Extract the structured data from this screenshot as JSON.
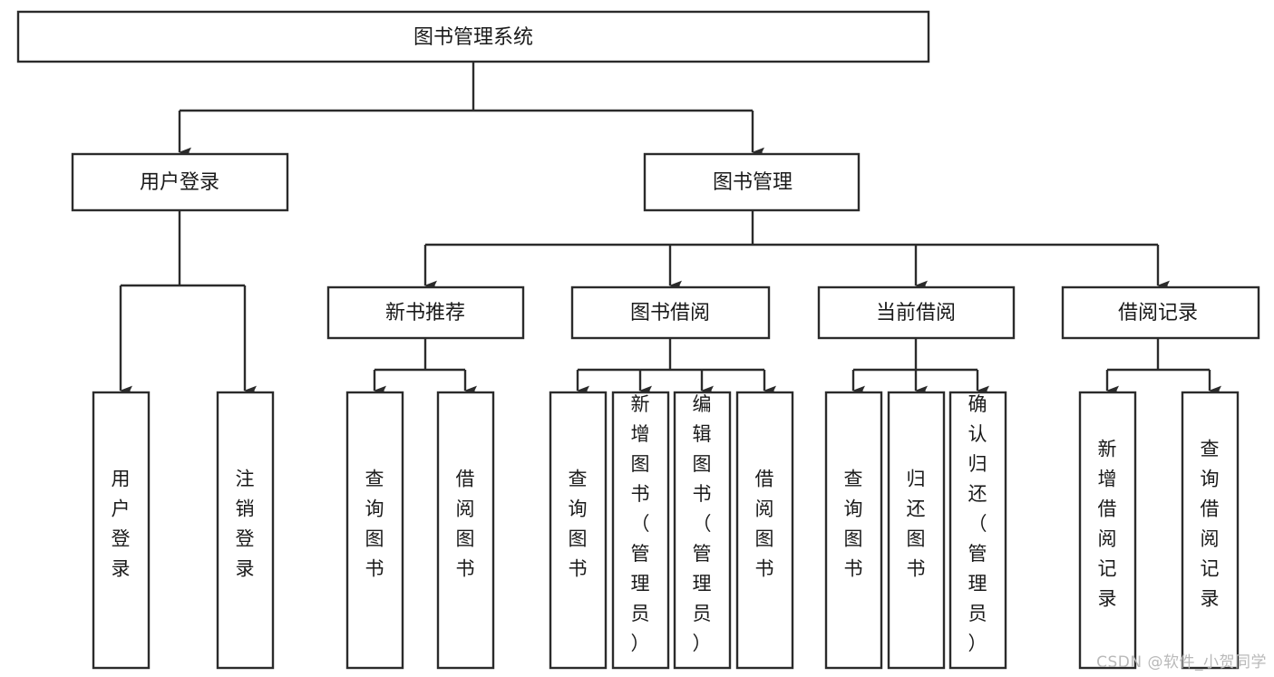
{
  "diagram": {
    "type": "tree-hierarchy-diagram",
    "orientation": "top-down",
    "colors": {
      "stroke": "#2b2b2b",
      "box_fill": "#ffffff",
      "text": "#1a1a1a",
      "background": "#ffffff",
      "watermark": "#b9b9b9"
    },
    "root": {
      "id": "root",
      "label": "图书管理系统"
    },
    "level2": [
      {
        "id": "user-login",
        "label": "用户登录"
      },
      {
        "id": "book-management",
        "label": "图书管理"
      }
    ],
    "level3": [
      {
        "id": "new-book-recommend",
        "label": "新书推荐",
        "parent": "book-management"
      },
      {
        "id": "book-borrow",
        "label": "图书借阅",
        "parent": "book-management"
      },
      {
        "id": "current-borrow",
        "label": "当前借阅",
        "parent": "book-management"
      },
      {
        "id": "borrow-record",
        "label": "借阅记录",
        "parent": "book-management"
      }
    ],
    "leaves": {
      "user-login": [
        {
          "id": "leaf-user-login",
          "label": "用户登录"
        },
        {
          "id": "leaf-logout",
          "label": "注销登录"
        }
      ],
      "new-book-recommend": [
        {
          "id": "leaf-query-book-1",
          "label": "查询图书"
        },
        {
          "id": "leaf-borrow-book-1",
          "label": "借阅图书"
        }
      ],
      "book-borrow": [
        {
          "id": "leaf-query-book-2",
          "label": "查询图书"
        },
        {
          "id": "leaf-add-book",
          "label": "新增图书（管理员）"
        },
        {
          "id": "leaf-edit-book",
          "label": "编辑图书（管理员）"
        },
        {
          "id": "leaf-borrow-book-2",
          "label": "借阅图书"
        }
      ],
      "current-borrow": [
        {
          "id": "leaf-query-book-3",
          "label": "查询图书"
        },
        {
          "id": "leaf-return-book",
          "label": "归还图书"
        },
        {
          "id": "leaf-confirm-return",
          "label": "确认归还（管理员）"
        }
      ],
      "borrow-record": [
        {
          "id": "leaf-add-record",
          "label": "新增借阅记录"
        },
        {
          "id": "leaf-query-record",
          "label": "查询借阅记录"
        }
      ]
    }
  },
  "watermark": {
    "text": "CSDN @软件_小贺同学"
  }
}
